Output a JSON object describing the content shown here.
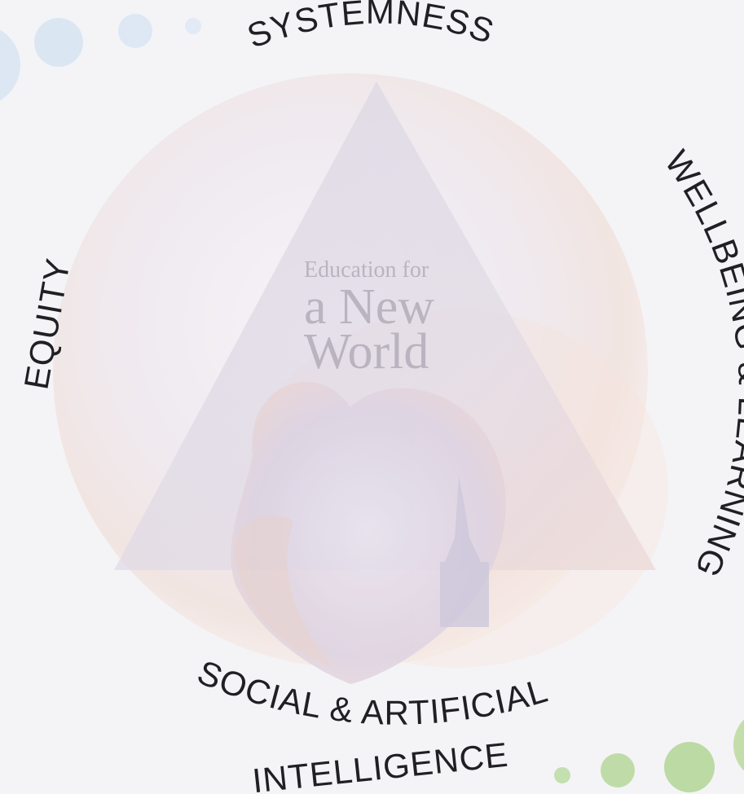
{
  "center": {
    "line1": "Education for",
    "line2": "a New",
    "line3": "World"
  },
  "labels": {
    "top": "SYSTEMNESS",
    "right": "WELLBEING & LEARNING",
    "left": "EQUITY",
    "bottom_line1": "SOCIAL & ARTIFICIAL",
    "bottom_line2": "INTELLIGENCE"
  },
  "colors": {
    "background": "#f4f4f7",
    "label": "#1f1f24",
    "circle_glow": "#fbe9e1",
    "triangle": "#ddd8e4",
    "blue_dots": "#d6e4f3",
    "green_dots": "#bfdca8"
  }
}
